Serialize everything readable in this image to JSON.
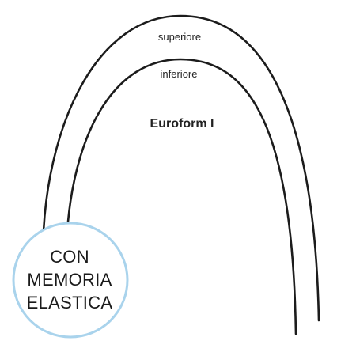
{
  "labels": {
    "upper": "superiore",
    "lower": "inferiore",
    "model": "Euroform I"
  },
  "badge": {
    "lines": [
      "CON",
      "MEMORIA",
      "ELASTICA"
    ],
    "ring_color": "#a9d3ec"
  },
  "colors": {
    "wire": "#1c1c1c",
    "text": "#222222",
    "background": "#ffffff"
  }
}
